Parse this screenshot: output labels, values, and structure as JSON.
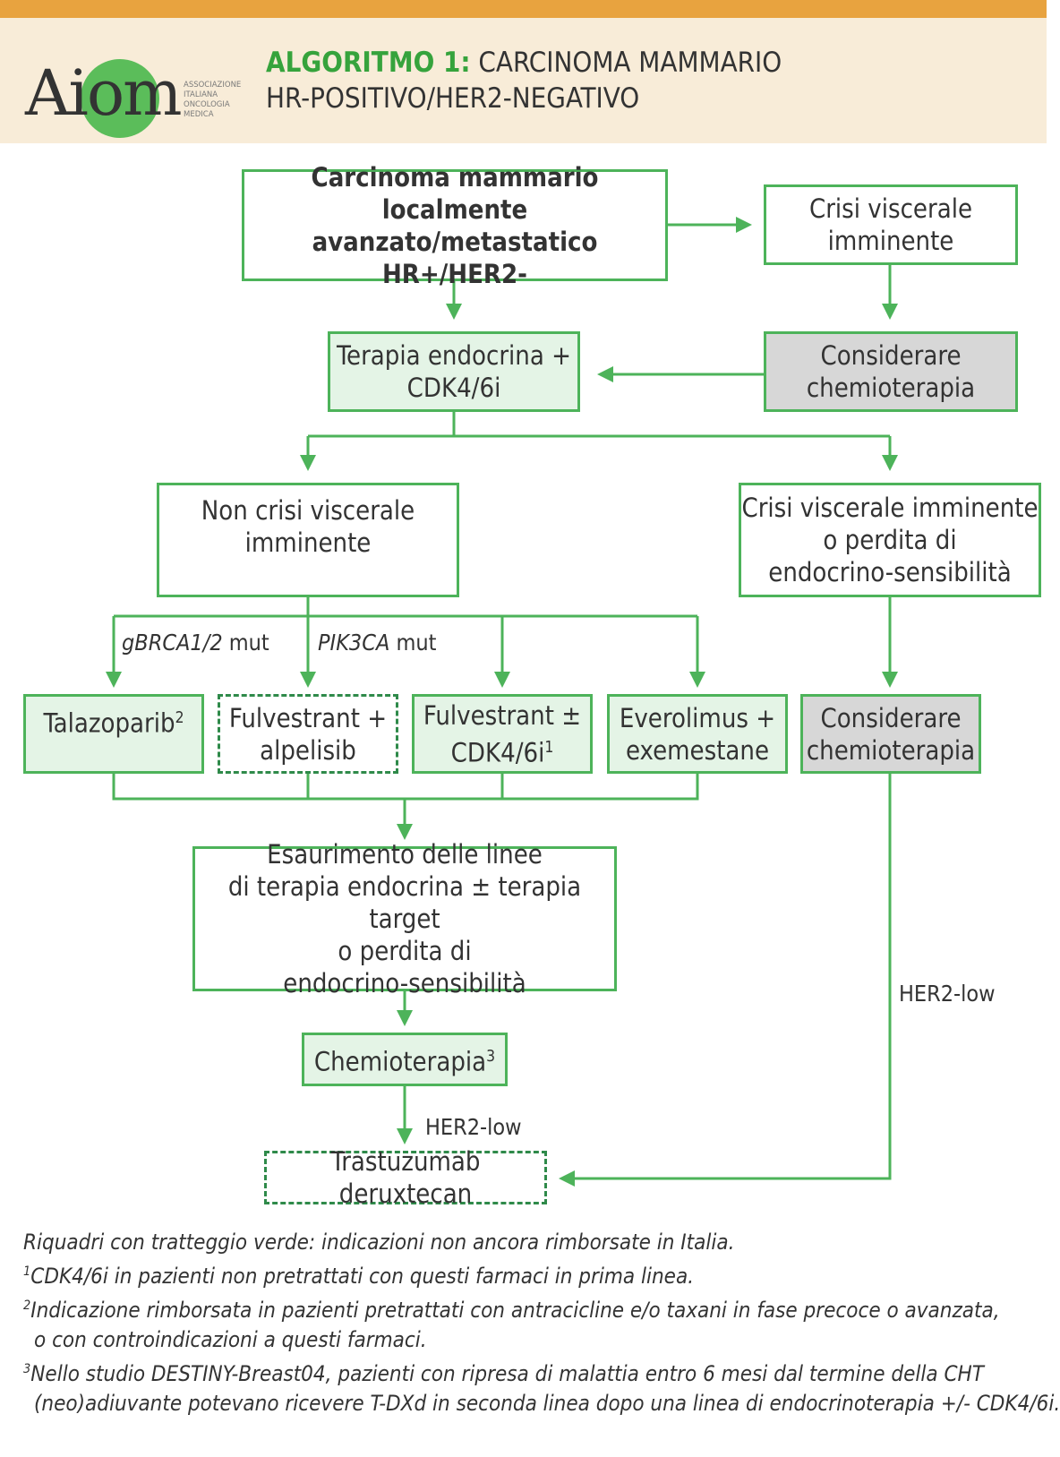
{
  "header": {
    "logo": {
      "wordmark": "AIOM",
      "subtitle_lines": [
        "ASSOCIAZIONE",
        "ITALIANA",
        "ONCOLOGIA",
        "MEDICA"
      ]
    },
    "title_prefix": "ALGORITMO 1:",
    "title_line1_rest": "CARCINOMA MAMMARIO",
    "title_line2": "HR-POSITIVO/HER2-NEGATIVO"
  },
  "nodes": {
    "start": "Carcinoma mammario\nlocalmente avanzato/metastatico\nHR+/HER2-",
    "crisis_top": "Crisi viscerale\nimminente",
    "endocrine_cdk": "Terapia endocrina +\nCDK4/6i",
    "chemo_top": "Considerare\nchemioterapia",
    "no_crisis": "Non crisi viscerale\nimminente",
    "crisis_loss": "Crisi viscerale imminente\no perdita di\nendocrino-sensibilità",
    "talazoparib": "Talazoparib",
    "talazoparib_sup": "2",
    "fulv_alpelisib": "Fulvestrant +\nalpelisib",
    "fulv_cdk_l1": "Fulvestrant ±",
    "fulv_cdk_l2": "CDK4/6i",
    "fulv_cdk_sup": "1",
    "everolimus": "Everolimus +\nexemestane",
    "chemo_right": "Considerare\nchemioterapia",
    "exhaustion": "Esaurimento delle linee\ndi terapia endocrina ± terapia target\no perdita di\nendocrino-sensibilità",
    "chemo": "Chemioterapia",
    "chemo_sup": "3",
    "tdxd": "Trastuzumab deruxtecan"
  },
  "edge_labels": {
    "gbrca_gene": "gBRCA1/2",
    "gbrca_suffix": " mut",
    "pik3ca_gene": "PIK3CA",
    "pik3ca_suffix": " mut",
    "her2_low_right": "HER2-low",
    "her2_low_bottom": "HER2-low"
  },
  "footnotes": {
    "legend": "Riquadri con tratteggio verde: indicazioni non ancora rimborsate in Italia.",
    "fn1_mark": "1",
    "fn1": "CDK4/6i in pazienti non pretrattati con questi farmaci in prima linea.",
    "fn2_mark": "2",
    "fn2_line1": "Indicazione rimborsata in pazienti pretrattati con antracicline e/o taxani in fase precoce o avanzata,",
    "fn2_line2": "o con controindicazioni a questi farmaci.",
    "fn3_mark": "3",
    "fn3_line1": "Nello studio DESTINY-Breast04, pazienti con ripresa di malattia entro 6 mesi dal termine della CHT",
    "fn3_line2": "(neo)adiuvante potevano ricevere T-DXd in seconda linea dopo una linea di endocrinoterapia +/- CDK4/6i."
  },
  "colors": {
    "accent_orange": "#e8a33f",
    "header_bg": "#f8ecd8",
    "green": "#4db35a",
    "green_fill": "#e4f4e6",
    "gray_fill": "#d7d7d7",
    "title_green": "#36a33c"
  }
}
